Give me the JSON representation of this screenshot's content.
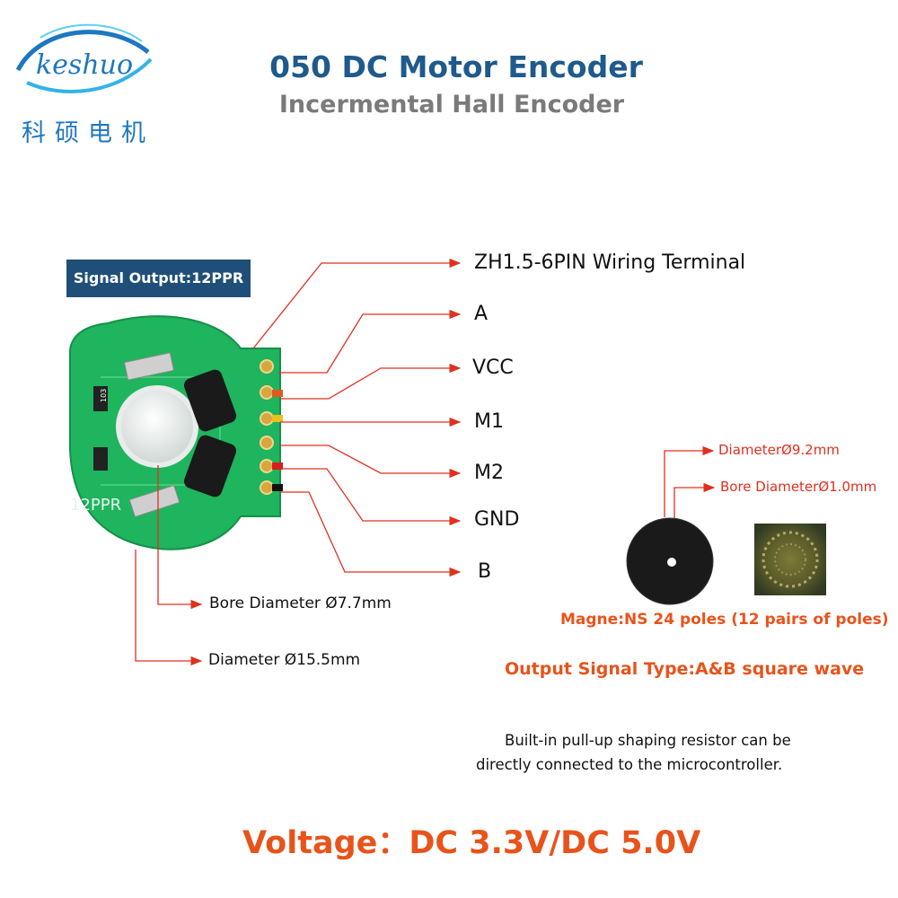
{
  "header": {
    "title": "050 DC Motor Encoder",
    "subtitle": "Incermental Hall Encoder"
  },
  "logo": {
    "brand": "keshuo",
    "cn_name": "科硕电机"
  },
  "board": {
    "signal_badge": "Signal Output:12PPR",
    "silkscreen": "12PPR",
    "resistor_code": "103"
  },
  "pins": {
    "terminal": "ZH1.5-6PIN Wiring Terminal",
    "a": "A",
    "vcc": "VCC",
    "m1": "M1",
    "m2": "M2",
    "gnd": "GND",
    "b": "B"
  },
  "dimensions": {
    "bore": "Bore Diameter Ø7.7mm",
    "diameter": "Diameter Ø15.5mm"
  },
  "magnet": {
    "diameter": "DiameterØ9.2mm",
    "bore": "Bore DiameterØ1.0mm",
    "info": "Magne:NS 24 poles (12 pairs of poles)"
  },
  "output_type": "Output Signal Type:A&B square wave",
  "note_lines": [
    "Built-in pull-up shaping resistor can be",
    "directly connected to the microcontroller."
  ],
  "voltage": "Voltage：DC 3.3V/DC 5.0V",
  "colors": {
    "title": "#1f5a8c",
    "subtitle": "#7a7a7a",
    "accent_orange": "#e8531b",
    "leader_red": "#e0301e",
    "pcb_green": "#1fb45e",
    "badge": "#1f4f78"
  }
}
